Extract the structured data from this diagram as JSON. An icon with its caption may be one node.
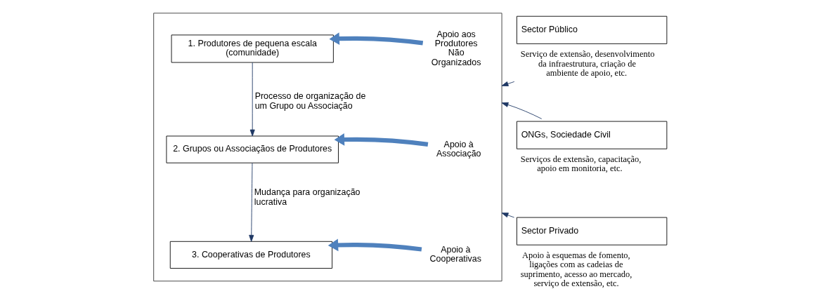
{
  "diagram": {
    "nodes": [
      {
        "text": [],
        "shape": "box"
      },
      {
        "text": [
          "1. Produtores de pequena escala (comunidade)"
        ],
        "in": 0
      },
      {
        "text": [
          "2. Grupos ou Associaçãos de Produtores"
        ],
        "in": 0
      },
      {
        "text": [
          "3. Cooperativas de Produtores"
        ],
        "in": 0
      },
      {
        "text": [
          "Apoio aos Produtores Não Organizados"
        ],
        "in": 0
      },
      {
        "text": [
          "Apoio à Associação"
        ],
        "in": 0
      },
      {
        "text": [
          "Apoio à Cooperativas"
        ],
        "in": 0
      },
      {
        "text": [
          "Sector Público"
        ],
        "beside": [
          "Serviço de extensão, desenvolvimento da infraestrutura, criação de ambiente de apoio, etc."
        ]
      },
      {
        "text": [
          "ONGs, Sociedade Civil"
        ],
        "beside": [
          "Serviços de extensão, capacitação, apoio em monitoria, etc."
        ]
      },
      {
        "text": [
          "Sector Privado"
        ],
        "beside": [
          "Apoio à esquemas de fomento, ligações com as cadeias de suprimento, acesso ao mercado, serviço de extensão, etc."
        ]
      }
    ],
    "edges": [
      {
        "from": 1,
        "to": 2,
        "arrow": "to",
        "label": "Processo de organização de um Grupo ou Associação"
      },
      {
        "from": 2,
        "to": 3,
        "arrow": "to",
        "label": "Mudança para organização lucrativa"
      },
      {
        "from": 4,
        "to": 1,
        "arrow": "to",
        "style": "thick",
        "color": "#4f81bd"
      },
      {
        "from": 5,
        "to": 2,
        "arrow": "to",
        "style": "thick",
        "color": "#4f81bd"
      },
      {
        "from": 6,
        "to": 3,
        "arrow": "to",
        "style": "thick",
        "color": "#4f81bd"
      },
      {
        "from": 7,
        "to": 0,
        "arrow": "to"
      },
      {
        "from": 8,
        "to": 0,
        "arrow": "to"
      },
      {
        "from": 9,
        "to": 0,
        "arrow": "to"
      }
    ]
  }
}
